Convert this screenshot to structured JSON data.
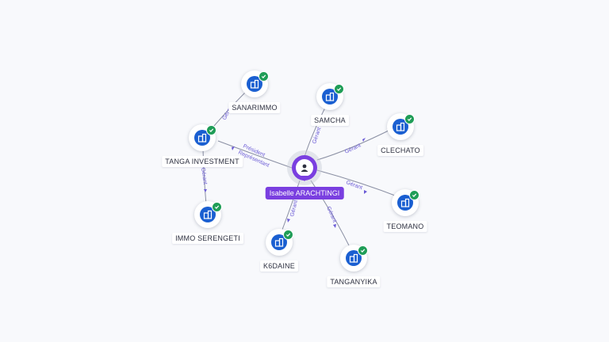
{
  "center": {
    "name": "Isabelle ARACHTINGI",
    "icon": "person-icon",
    "color": "#7a3fe0"
  },
  "company_icon": "building-icon",
  "verified_icon": "check-icon",
  "colors": {
    "icon_bg": "#1a5fd1",
    "verified": "#1f9d57",
    "edge_label": "#6b5bd6"
  },
  "nodes": [
    {
      "id": "sanarimmo",
      "name": "SANARIMMO"
    },
    {
      "id": "samcha",
      "name": "SAMCHA"
    },
    {
      "id": "clechato",
      "name": "CLECHATO"
    },
    {
      "id": "tanga",
      "name": "TANGA INVESTMENT"
    },
    {
      "id": "teomano",
      "name": "TEOMANO"
    },
    {
      "id": "immo",
      "name": "IMMO SERENGETI"
    },
    {
      "id": "k6daine",
      "name": "K6DAINE"
    },
    {
      "id": "tanganyika",
      "name": "TANGANYIKA"
    }
  ],
  "edges": [
    {
      "id": "e-sanarimmo-tanga",
      "label": "Gérant"
    },
    {
      "id": "e-center-samcha",
      "label": "Gérant"
    },
    {
      "id": "e-center-clechato",
      "label": "Gérant"
    },
    {
      "id": "e-center-tanga-1",
      "label": "Président"
    },
    {
      "id": "e-center-tanga-2",
      "label": "Représentant"
    },
    {
      "id": "e-center-teomano",
      "label": "Gérant"
    },
    {
      "id": "e-tanga-immo",
      "label": "Gérant"
    },
    {
      "id": "e-center-k6daine",
      "label": "Gérant"
    },
    {
      "id": "e-center-tanganyika",
      "label": "Gérant"
    }
  ]
}
